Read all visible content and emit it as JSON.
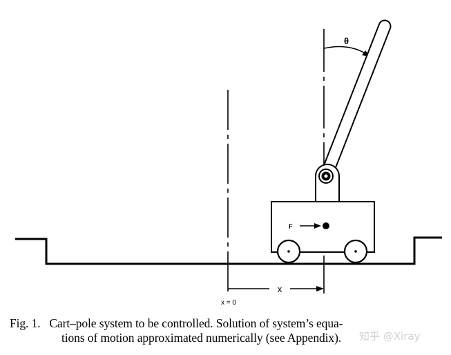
{
  "figure": {
    "theta_label": "θ",
    "force_label": "F",
    "x_label": "x",
    "origin_label": "x = 0"
  },
  "caption": {
    "number": "Fig. 1.",
    "line1_text": "Cart–pole system to be controlled. Solution of system’s equa-",
    "line2_text": "tions of motion approximated numerically (see Appendix)."
  },
  "watermark": "知乎 @Xiray"
}
